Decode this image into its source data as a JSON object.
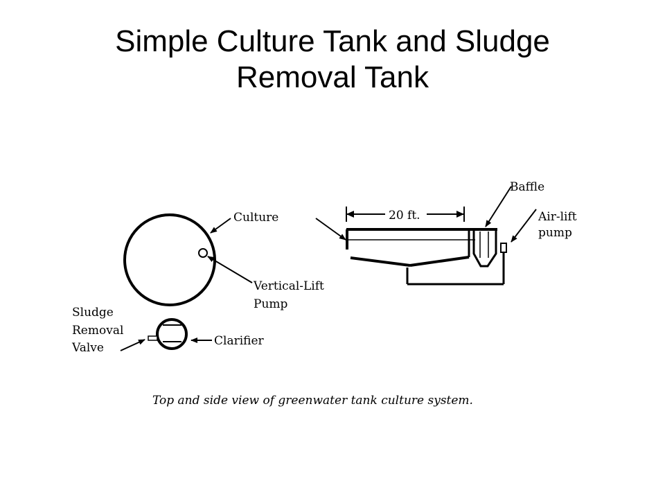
{
  "slide": {
    "title_line1": "Simple Culture Tank and Sludge",
    "title_line2": "Removal Tank"
  },
  "diagram": {
    "top_view": {
      "culture_label": "Culture",
      "vertical_lift_label_1": "Vertical-Lift",
      "vertical_lift_label_2": "Pump",
      "sludge_label_1": "Sludge",
      "sludge_label_2": "Removal",
      "sludge_label_3": "Valve",
      "clarifier_label": "Clarifier"
    },
    "side_view": {
      "length_label": "20 ft.",
      "baffle_label": "Baffle",
      "airlift_label_1": "Air-lift",
      "airlift_label_2": "pump"
    },
    "caption": "Top and side view of greenwater tank culture system."
  }
}
